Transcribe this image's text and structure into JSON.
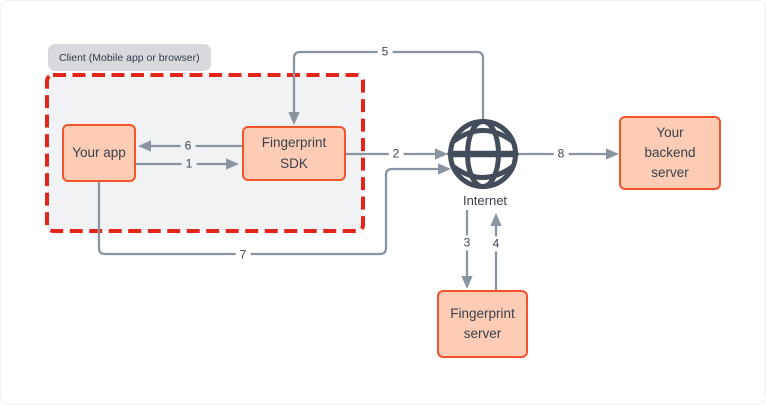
{
  "diagram": {
    "client_boundary": {
      "label": "Client (Mobile app or browser)"
    },
    "nodes": {
      "your_app": {
        "label": "Your app"
      },
      "fingerprint_sdk": {
        "label": "Fingerprint SDK"
      },
      "internet": {
        "label": "Internet"
      },
      "your_backend_server": {
        "label": "Your backend server"
      },
      "fingerprint_server": {
        "label": "Fingerprint server"
      }
    },
    "connectors": [
      {
        "step": "1",
        "from": "Your app",
        "to": "Fingerprint SDK"
      },
      {
        "step": "2",
        "from": "Fingerprint SDK",
        "to": "Internet"
      },
      {
        "step": "3",
        "from": "Internet",
        "to": "Fingerprint server"
      },
      {
        "step": "4",
        "from": "Fingerprint server",
        "to": "Internet"
      },
      {
        "step": "5",
        "from": "Internet",
        "to": "Fingerprint SDK"
      },
      {
        "step": "6",
        "from": "Fingerprint SDK",
        "to": "Your app"
      },
      {
        "step": "7",
        "from": "Your app",
        "to": "Internet"
      },
      {
        "step": "8",
        "from": "Internet",
        "to": "Your backend server"
      }
    ],
    "icons": {
      "internet_globe": "globe-icon"
    },
    "colors": {
      "node_fill": "#FCCDB4",
      "node_border": "#F3542C",
      "client_boundary_fill": "#F1F2F4",
      "client_boundary_border": "#E3261B",
      "client_label_bg": "#D7D9DC",
      "connector_gray": "#8A93A0",
      "globe_dark": "#434C5A",
      "text_dark": "#39414E"
    }
  }
}
